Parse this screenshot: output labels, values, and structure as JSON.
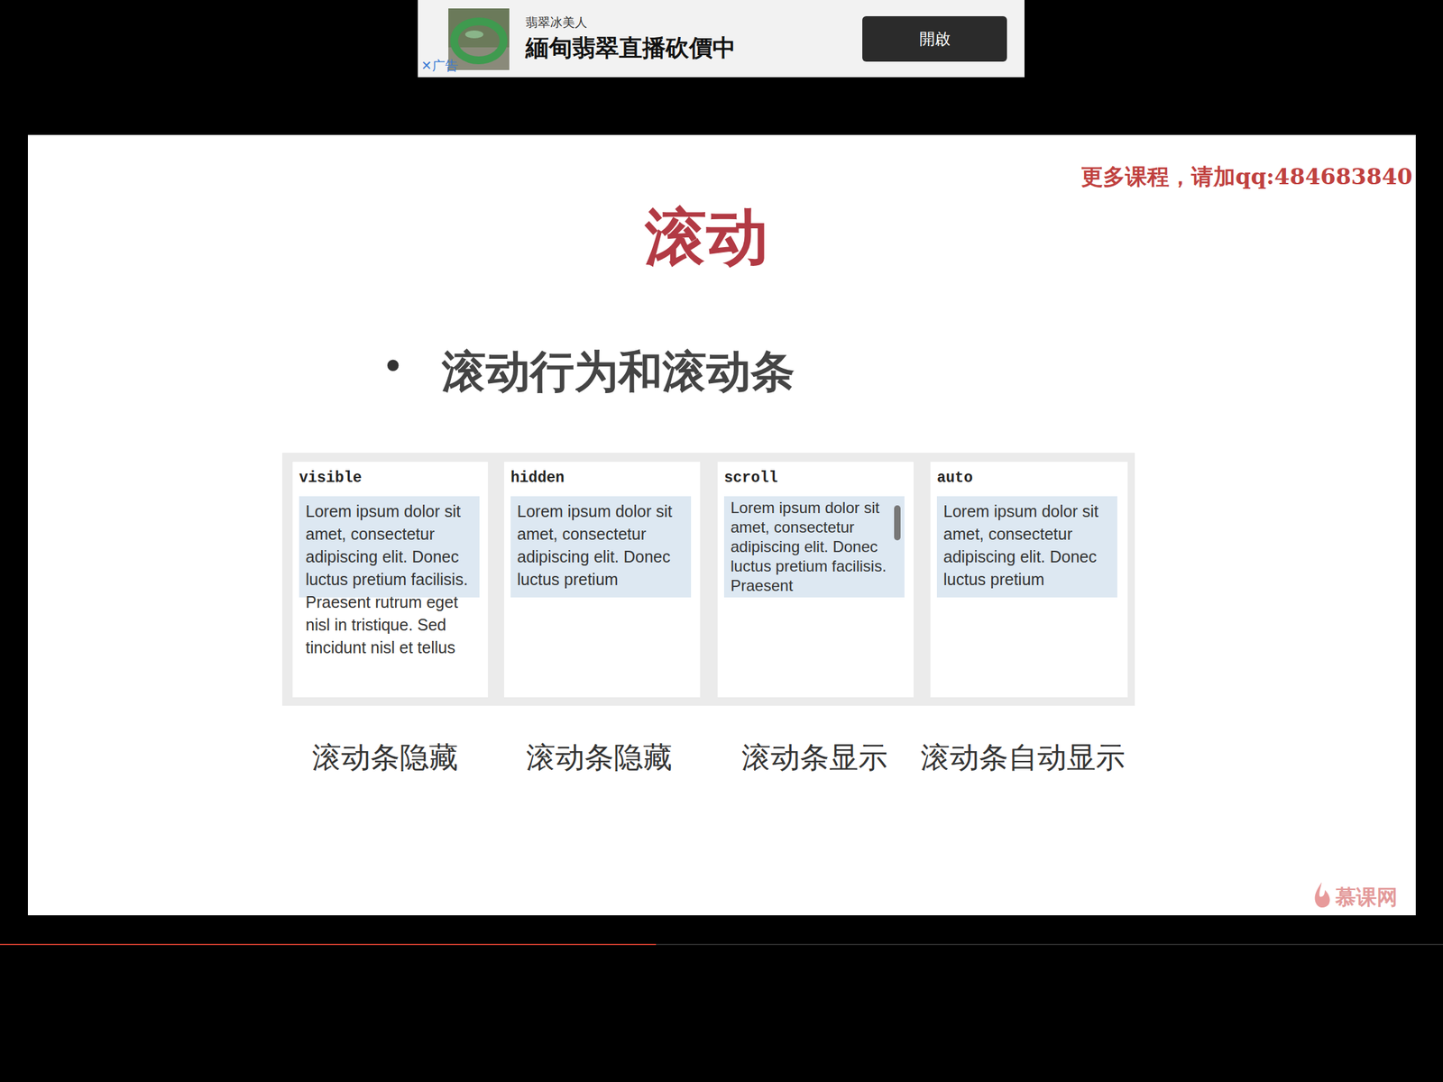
{
  "diagram": {
    "title": "滚动",
    "nodes": [
      {
        "text": [
          "翡翠冰美人",
          "緬甸翡翠直播砍價中"
        ]
      },
      {
        "text": [
          "開啟"
        ],
        "in": 0
      },
      {
        "text": [
          "visible"
        ]
      },
      {
        "text": [
          "Lorem ipsum dolor sit amet, consectetur adipiscing elit. Donec luctus pretium facilisis. Praesent rutrum eget nisl in tristique. Sed tincidunt nisl et tellus"
        ],
        "in": 2
      },
      {
        "text": [
          "hidden"
        ]
      },
      {
        "text": [
          "Lorem ipsum dolor sit amet, consectetur adipiscing elit. Donec luctus pretium"
        ],
        "in": 4
      },
      {
        "text": [
          "scroll"
        ]
      },
      {
        "text": [
          "Lorem ipsum dolor sit amet, consectetur adipiscing elit. Donec luctus pretium facilisis. Praesent"
        ],
        "in": 6
      },
      {
        "text": [
          "auto"
        ]
      },
      {
        "text": [
          "Lorem ipsum dolor sit amet, consectetur adipiscing elit. Donec luctus pretium"
        ],
        "in": 8
      }
    ],
    "labels": [
      "✕广告",
      "更多课程，请加qq:484683840",
      "•",
      "滚动行为和滚动条",
      "滚动条隐藏",
      "滚动条隐藏",
      "滚动条显示",
      "滚动条自动显示",
      "慕课网"
    ]
  }
}
